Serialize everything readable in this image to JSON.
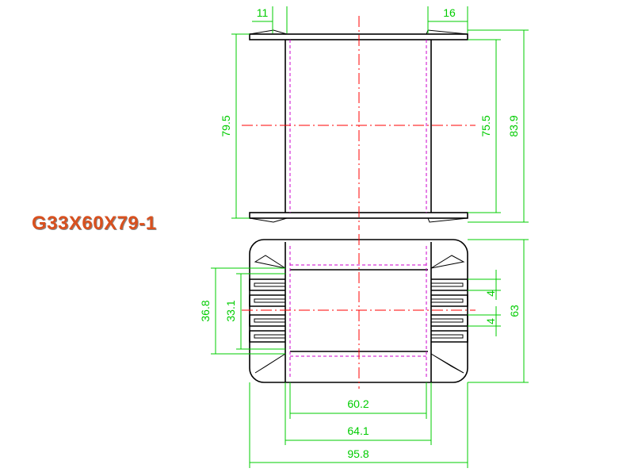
{
  "title": "G33X60X79-1",
  "dimensions": {
    "top_left_width": "11",
    "top_right_width": "16",
    "left_height": "79.5",
    "inner_height": "75.5",
    "outer_height": "83.9",
    "left_outer_height": "36.8",
    "left_inner_height": "33.1",
    "pin_pitch_a": "4",
    "pin_pitch_b": "4",
    "right_height": "63",
    "inner_width": "60.2",
    "middle_width": "64.1",
    "overall_width": "95.8"
  },
  "colors": {
    "dimension": "#00cc00",
    "centerline": "#ff0000",
    "hidden": "#cc00cc",
    "outline": "#000000",
    "title": "#d9501e"
  }
}
